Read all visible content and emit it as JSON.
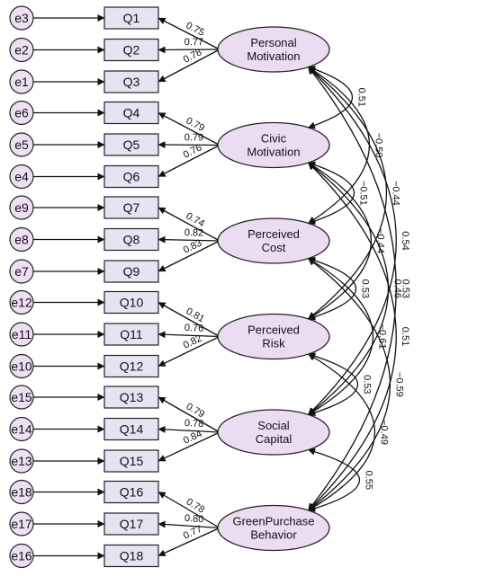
{
  "diagram": {
    "factors": [
      {
        "name": "Personal Motivation",
        "label_lines": [
          "Personal",
          "Motivation"
        ],
        "indicators": [
          {
            "name": "Q1",
            "error": "e3",
            "loading": "0.75"
          },
          {
            "name": "Q2",
            "error": "e2",
            "loading": "0.77"
          },
          {
            "name": "Q3",
            "error": "e1",
            "loading": "0.78"
          }
        ]
      },
      {
        "name": "Civic Motivation",
        "label_lines": [
          "Civic",
          "Motivation"
        ],
        "indicators": [
          {
            "name": "Q4",
            "error": "e6",
            "loading": "0.79"
          },
          {
            "name": "Q5",
            "error": "e5",
            "loading": "0.79"
          },
          {
            "name": "Q6",
            "error": "e4",
            "loading": "0.76"
          }
        ]
      },
      {
        "name": "Perceived Cost",
        "label_lines": [
          "Perceived",
          "Cost"
        ],
        "indicators": [
          {
            "name": "Q7",
            "error": "e9",
            "loading": "0.74"
          },
          {
            "name": "Q8",
            "error": "e8",
            "loading": "0.82"
          },
          {
            "name": "Q9",
            "error": "e7",
            "loading": "0.83"
          }
        ]
      },
      {
        "name": "Perceived Risk",
        "label_lines": [
          "Perceived",
          "Risk"
        ],
        "indicators": [
          {
            "name": "Q10",
            "error": "e12",
            "loading": "0.81"
          },
          {
            "name": "Q11",
            "error": "e11",
            "loading": "0.76"
          },
          {
            "name": "Q12",
            "error": "e10",
            "loading": "0.82"
          }
        ]
      },
      {
        "name": "Social Capital",
        "label_lines": [
          "Social",
          "Capital"
        ],
        "indicators": [
          {
            "name": "Q13",
            "error": "e15",
            "loading": "0.79"
          },
          {
            "name": "Q14",
            "error": "e14",
            "loading": "0.78"
          },
          {
            "name": "Q15",
            "error": "e13",
            "loading": "0.84"
          }
        ]
      },
      {
        "name": "GreenPurchase Behavior",
        "label_lines": [
          "GreenPurchase",
          "Behavior"
        ],
        "indicators": [
          {
            "name": "Q16",
            "error": "e18",
            "loading": "0.78"
          },
          {
            "name": "Q17",
            "error": "e17",
            "loading": "0.80"
          },
          {
            "name": "Q18",
            "error": "e16",
            "loading": "0.77"
          }
        ]
      }
    ],
    "correlations": [
      {
        "from": 0,
        "to": 1,
        "value": "0.51"
      },
      {
        "from": 0,
        "to": 2,
        "value": "−0.50"
      },
      {
        "from": 0,
        "to": 3,
        "value": "−0.44"
      },
      {
        "from": 0,
        "to": 4,
        "value": "0.54"
      },
      {
        "from": 0,
        "to": 5,
        "value": "0.53"
      },
      {
        "from": 1,
        "to": 2,
        "value": "−0.51"
      },
      {
        "from": 1,
        "to": 3,
        "value": "−0.44"
      },
      {
        "from": 1,
        "to": 4,
        "value": "0.46"
      },
      {
        "from": 1,
        "to": 5,
        "value": "0.51"
      },
      {
        "from": 2,
        "to": 3,
        "value": "0.53"
      },
      {
        "from": 2,
        "to": 4,
        "value": "−0.61"
      },
      {
        "from": 2,
        "to": 5,
        "value": "−0.59"
      },
      {
        "from": 3,
        "to": 4,
        "value": "0.53"
      },
      {
        "from": 3,
        "to": 5,
        "value": "−0.49"
      },
      {
        "from": 4,
        "to": 5,
        "value": "0.55"
      }
    ],
    "colors": {
      "latent_fill": "#ecdcf2",
      "indicator_fill": "#e7e3f3",
      "error_fill": "#ede0f3",
      "stroke": "#111111"
    }
  }
}
